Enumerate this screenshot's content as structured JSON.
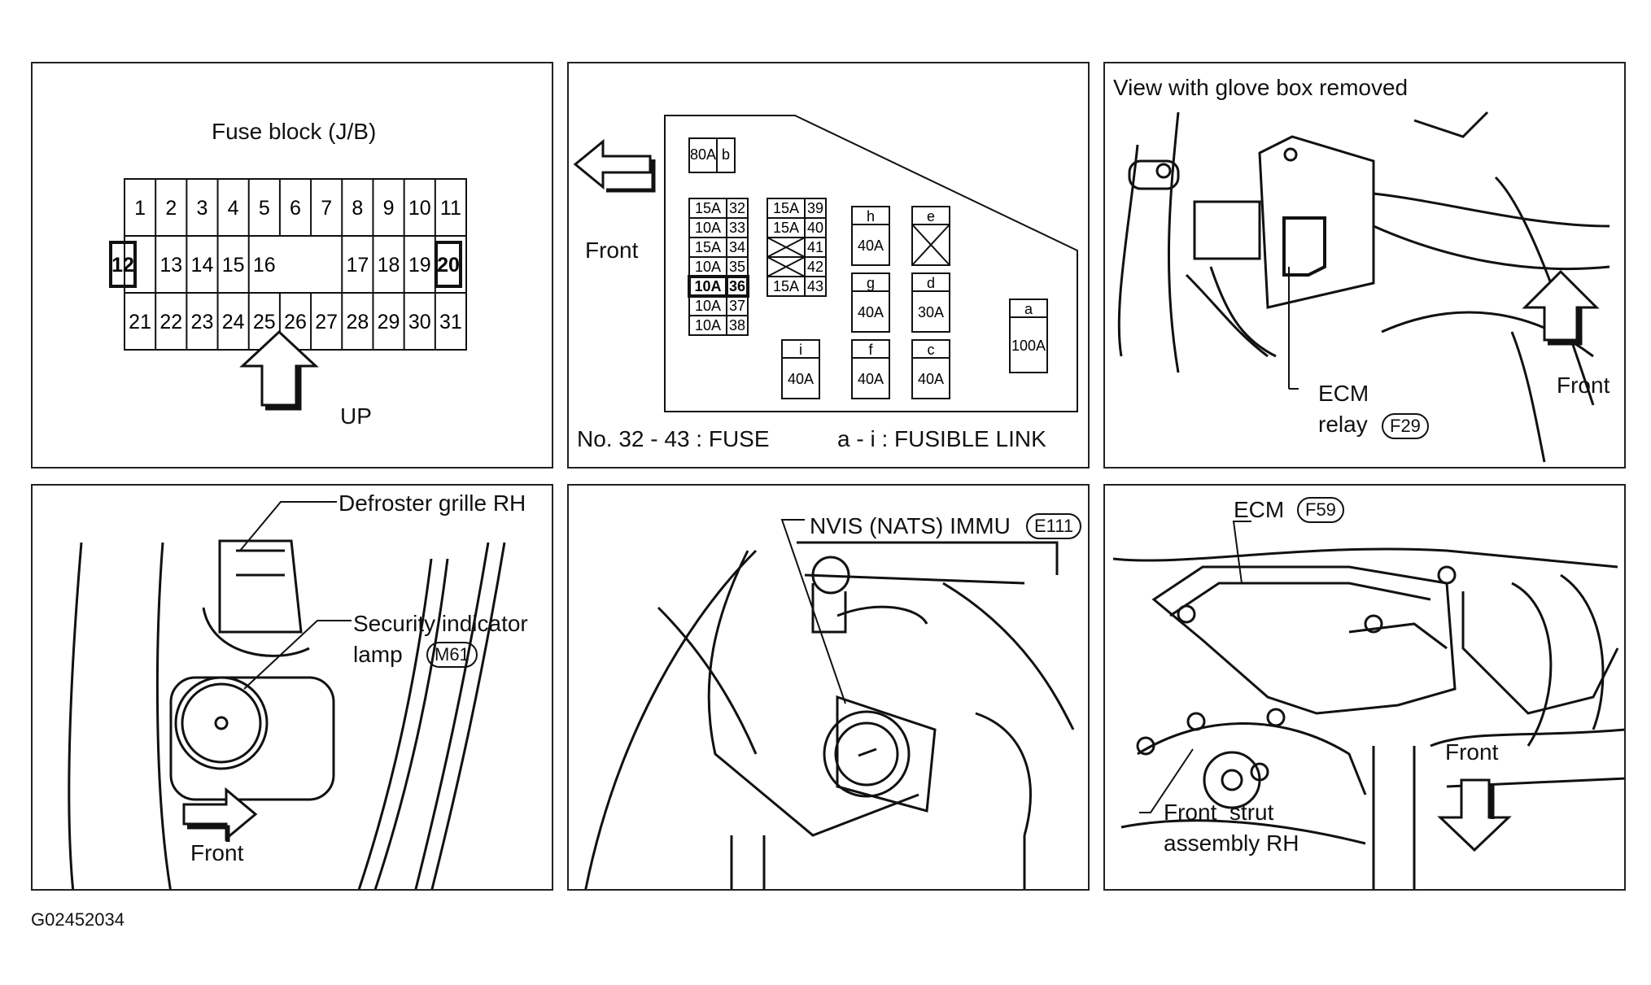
{
  "fuse_block": {
    "title": "Fuse block (J/B)",
    "top_row": [
      "1",
      "2",
      "3",
      "4",
      "5",
      "6",
      "7",
      "8",
      "9",
      "10",
      "11"
    ],
    "mid_row_left": "12",
    "mid_row": [
      "13",
      "14",
      "15",
      "16",
      "",
      "",
      "17",
      "18",
      "19"
    ],
    "mid_row_right": "20",
    "bottom_row": [
      "21",
      "22",
      "23",
      "24",
      "25",
      "26",
      "27",
      "28",
      "29",
      "30",
      "31"
    ],
    "up_label": "UP"
  },
  "fuse_link_box": {
    "front_label": "Front",
    "top_fuse": {
      "rating": "80A",
      "id": "b"
    },
    "fuse_col_left": [
      {
        "rating": "15A",
        "no": "32"
      },
      {
        "rating": "10A",
        "no": "33"
      },
      {
        "rating": "15A",
        "no": "34"
      },
      {
        "rating": "10A",
        "no": "35"
      },
      {
        "rating": "10A",
        "no": "36"
      },
      {
        "rating": "10A",
        "no": "37"
      },
      {
        "rating": "10A",
        "no": "38"
      }
    ],
    "fuse_col_right": [
      {
        "rating": "15A",
        "no": "39"
      },
      {
        "rating": "15A",
        "no": "40"
      },
      {
        "rating": "",
        "no": "41"
      },
      {
        "rating": "",
        "no": "42"
      },
      {
        "rating": "15A",
        "no": "43"
      }
    ],
    "links": [
      {
        "id": "h",
        "rating": "40A"
      },
      {
        "id": "e",
        "rating": ""
      },
      {
        "id": "g",
        "rating": "40A"
      },
      {
        "id": "d",
        "rating": "30A"
      },
      {
        "id": "a",
        "rating": "100A"
      },
      {
        "id": "i",
        "rating": "40A"
      },
      {
        "id": "f",
        "rating": "40A"
      },
      {
        "id": "c",
        "rating": "40A"
      }
    ],
    "legend_fuse": "No. 32 - 43 : FUSE",
    "legend_link": "a - i : FUSIBLE LINK"
  },
  "ecm_relay": {
    "title": "View with glove box removed",
    "label_line1": "ECM",
    "label_line2": "relay",
    "connector": "F29",
    "front_label": "Front"
  },
  "security_lamp": {
    "defroster_label": "Defroster grille RH",
    "lamp_line1": "Security indicator",
    "lamp_line2": "lamp",
    "connector": "M61",
    "front_label": "Front"
  },
  "immu": {
    "label": "NVIS (NATS) IMMU",
    "connector": "E111"
  },
  "ecm": {
    "label": "ECM",
    "connector": "F59",
    "front_label": "Front",
    "strut_line1": "Front  strut",
    "strut_line2": "assembly RH"
  },
  "figure_code": "G02452034"
}
